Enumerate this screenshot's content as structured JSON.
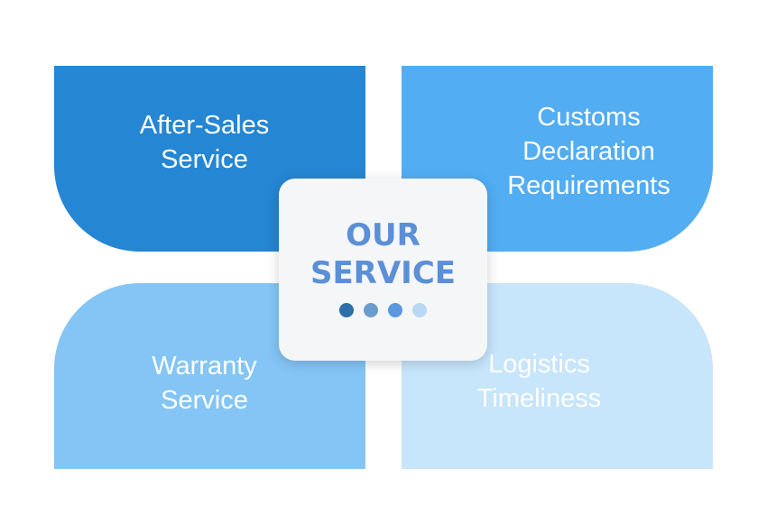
{
  "diagram": {
    "center": {
      "title": "OUR\nSERVICE",
      "title_color": "#5b8fd6"
    },
    "quadrants": [
      {
        "id": "top-left",
        "label": "After-Sales\nService",
        "color": "#2586d3",
        "text_color": "#ffffff"
      },
      {
        "id": "top-right",
        "label": "Customs\nDeclaration\nRequirements",
        "color": "#52adf3",
        "text_color": "#ffffff"
      },
      {
        "id": "bottom-left",
        "label": "Warranty\nService",
        "color": "#84c5f5",
        "text_color": "#ffffff"
      },
      {
        "id": "bottom-right",
        "label": "Logistics\nTimeliness",
        "color": "#c7e5fb",
        "text_color": "#ffffff"
      }
    ],
    "dots": [
      {
        "color": "#2d6fa8"
      },
      {
        "color": "#6a9ccd"
      },
      {
        "color": "#5b98e0"
      },
      {
        "color": "#b9d8f6"
      }
    ]
  }
}
